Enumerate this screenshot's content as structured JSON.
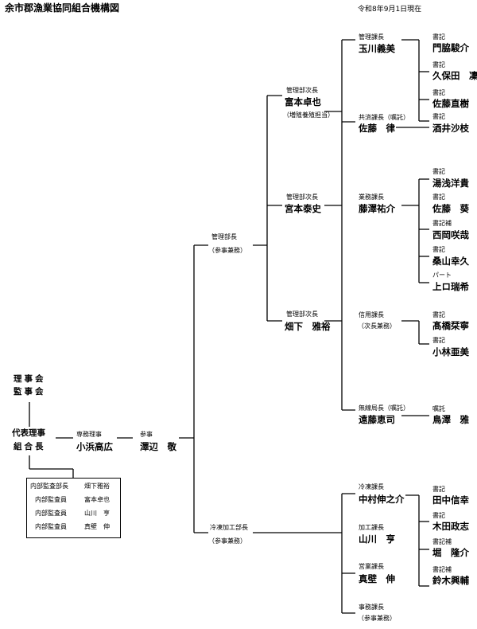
{
  "header": {
    "title": "余市郡漁業協同組合機構図",
    "date": "令和8年9月1日現在"
  },
  "board": {
    "line1": "理事会",
    "line2": "監事会"
  },
  "president": {
    "line1": "代表理事",
    "line2": "組合長"
  },
  "executive": {
    "role": "専務理事",
    "name": "小浜高広"
  },
  "counselor": {
    "role": "参事",
    "name": "澤辺　敬"
  },
  "audit": {
    "rows": [
      {
        "role": "内部監査部長",
        "name": "畑下雅裕"
      },
      {
        "role": "内部監査員",
        "name": "富本卓也"
      },
      {
        "role": "内部監査員",
        "name": "山川　亨"
      },
      {
        "role": "内部監査員",
        "name": "真壁　伸"
      }
    ]
  },
  "admin_dept": {
    "role": "管理部長",
    "note": "（参事兼務）"
  },
  "admin_deputies": [
    {
      "role": "管理部次長",
      "name": "富本卓也",
      "note": "（増殖養殖担当）"
    },
    {
      "role": "管理部次長",
      "name": "宮本泰史",
      "note": ""
    },
    {
      "role": "管理部次長",
      "name": "畑下　雅裕",
      "note": ""
    }
  ],
  "sections": [
    {
      "role": "管理課長",
      "name": "玉川義美",
      "note": ""
    },
    {
      "role": "共済課長（嘱託）",
      "name": "佐藤　律",
      "note": ""
    },
    {
      "role": "業務課長",
      "name": "藤澤祐介",
      "note": ""
    },
    {
      "role": "信用課長",
      "name": "",
      "note": "（次長兼務）"
    },
    {
      "role": "無線局長（嘱託）",
      "name": "遠藤恵司",
      "note": ""
    }
  ],
  "staff": [
    {
      "role": "書記",
      "name": "門脇駿介"
    },
    {
      "role": "書記",
      "name": "久保田　凜"
    },
    {
      "role": "書記",
      "name": "佐藤直樹"
    },
    {
      "role": "書記",
      "name": "酒井沙枝"
    },
    {
      "role": "書記",
      "name": "湯浅洋貴"
    },
    {
      "role": "書記",
      "name": "佐藤　葵"
    },
    {
      "role": "書記補",
      "name": "西岡咲哉"
    },
    {
      "role": "書記",
      "name": "桑山幸久"
    },
    {
      "role": "パート",
      "name": "上ロ瑞希"
    },
    {
      "role": "書記",
      "name": "髙橋栞寧"
    },
    {
      "role": "書記",
      "name": "小林亜美"
    },
    {
      "role": "嘱託",
      "name": "鳥澤　雅"
    }
  ],
  "frozen_dept": {
    "role": "冷凍加工部長",
    "note": "（参事兼務）"
  },
  "frozen_sections": [
    {
      "role": "冷凍課長",
      "name": "中村伸之介",
      "note": ""
    },
    {
      "role": "加工課長",
      "name": "山川　亨",
      "note": ""
    },
    {
      "role": "営業課長",
      "name": "真壁　伸",
      "note": ""
    },
    {
      "role": "事務課長",
      "name": "",
      "note": "（参事兼務）"
    }
  ],
  "frozen_staff": [
    {
      "role": "書記",
      "name": "田中信幸"
    },
    {
      "role": "書記",
      "name": "木田政志"
    },
    {
      "role": "書記補",
      "name": "堀　隆介"
    },
    {
      "role": "書記補",
      "name": "鈴木興輔"
    }
  ]
}
